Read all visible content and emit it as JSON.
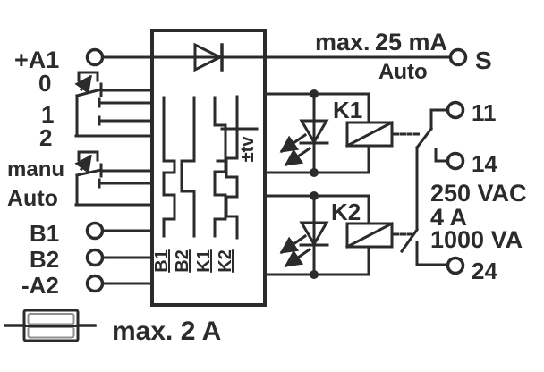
{
  "colors": {
    "ink": "#2b2b2b",
    "fuse_inner": "#8f8f8f",
    "background": "#ffffff"
  },
  "terminals": {
    "a1": "+A1",
    "s": "S",
    "b1": "B1",
    "b2": "B2",
    "a2": "-A2",
    "t11": "11",
    "t14": "14",
    "t24": "24"
  },
  "selector": {
    "pos0": "0",
    "pos1": "1",
    "pos2": "2",
    "manu": "manu",
    "auto": "Auto"
  },
  "relays": {
    "k1": "K1",
    "k2": "K2"
  },
  "waveforms": {
    "b1": "B1",
    "b2": "B2",
    "k1": "K1",
    "k2": "K2",
    "delay": "±tv"
  },
  "notes": {
    "max_label": "max.",
    "supply_current": "25 mA",
    "auto_mode": "Auto",
    "rating_voltage": "250 VAC",
    "rating_current": "4 A",
    "rating_power": "1000 VA",
    "fuse_rating": "max. 2 A"
  }
}
